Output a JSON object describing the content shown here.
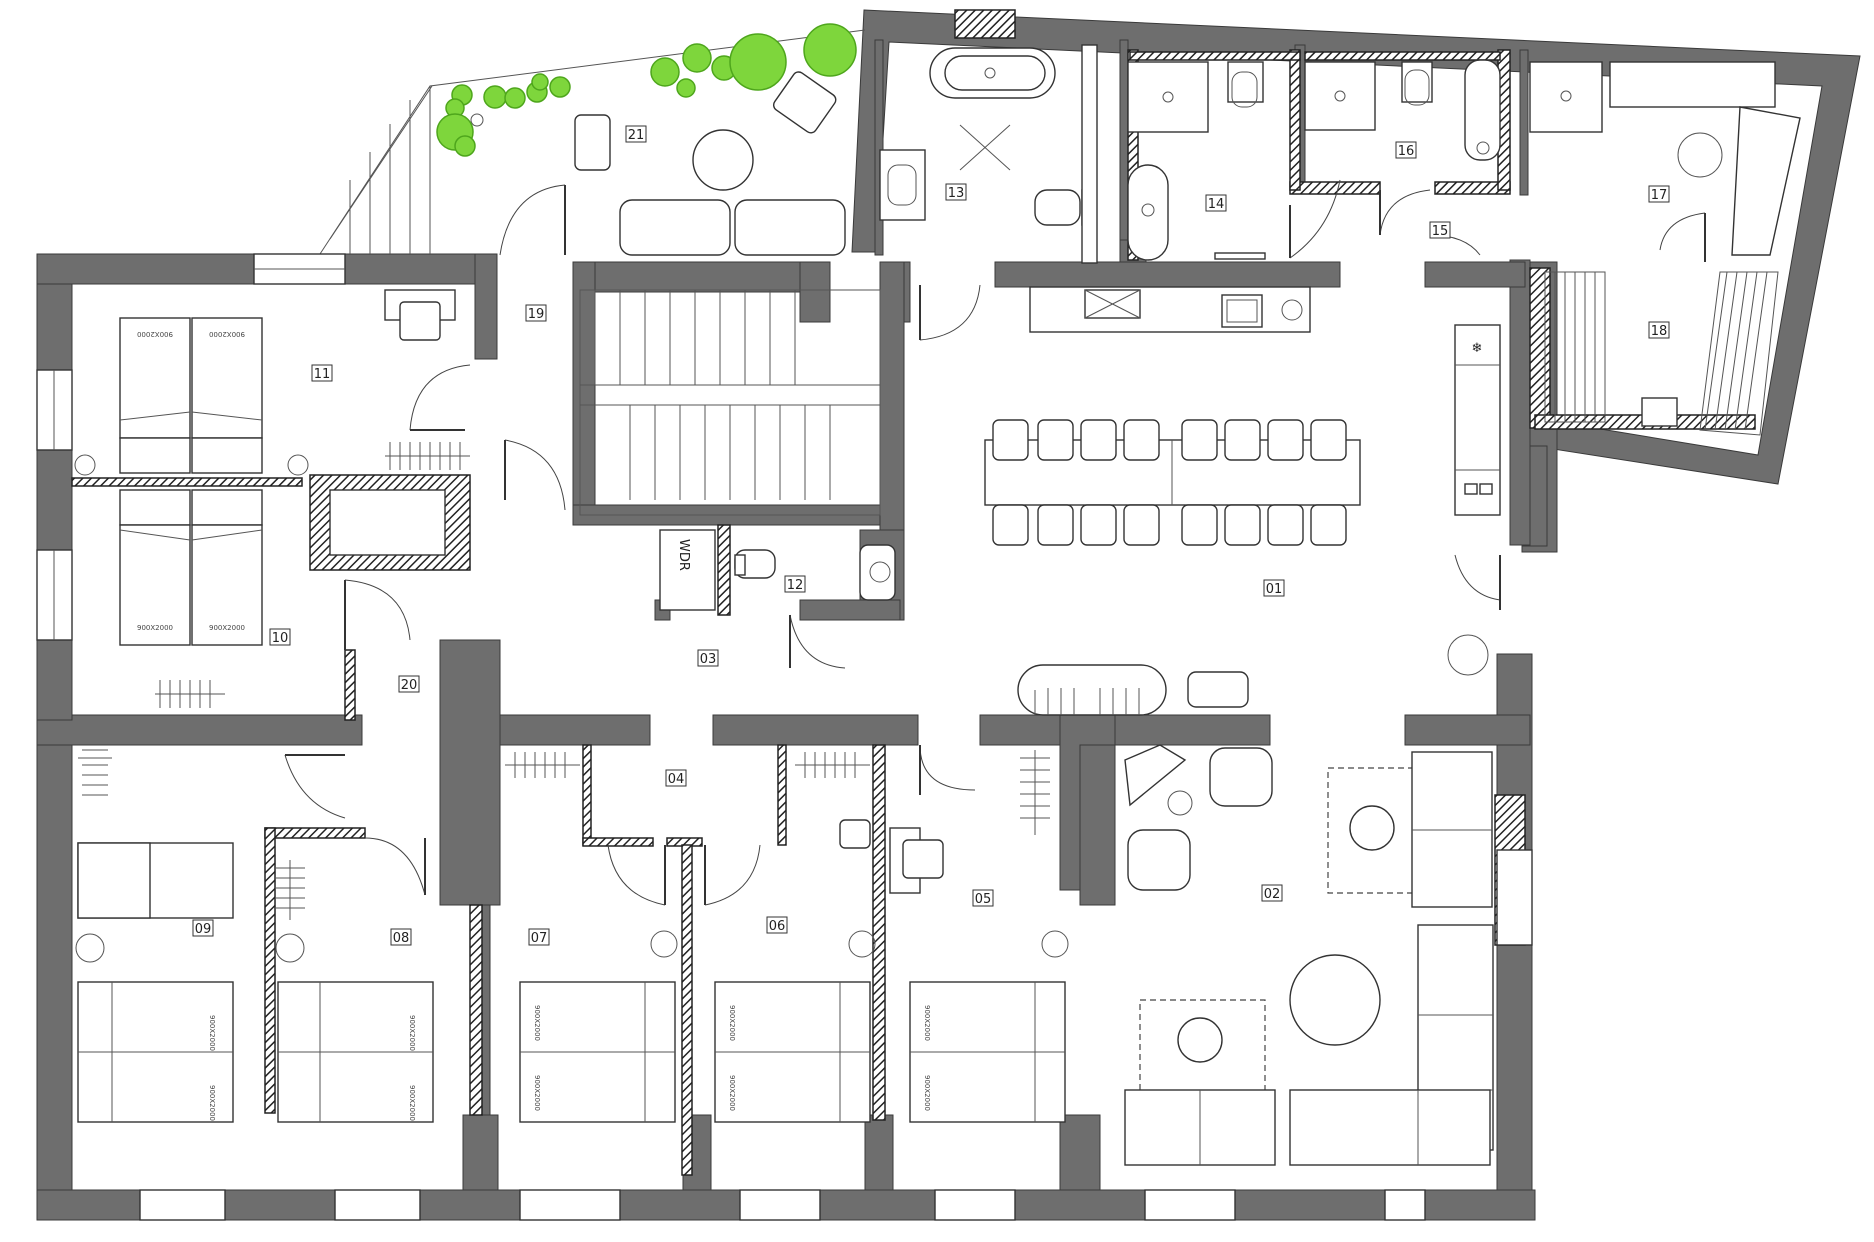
{
  "plan": {
    "rooms": [
      {
        "id": "01"
      },
      {
        "id": "02"
      },
      {
        "id": "03"
      },
      {
        "id": "04"
      },
      {
        "id": "05"
      },
      {
        "id": "06"
      },
      {
        "id": "07"
      },
      {
        "id": "08"
      },
      {
        "id": "09"
      },
      {
        "id": "10"
      },
      {
        "id": "11"
      },
      {
        "id": "12"
      },
      {
        "id": "13"
      },
      {
        "id": "14"
      },
      {
        "id": "15"
      },
      {
        "id": "16"
      },
      {
        "id": "17"
      },
      {
        "id": "18"
      },
      {
        "id": "19"
      },
      {
        "id": "20"
      },
      {
        "id": "21"
      }
    ],
    "wdr_label": "WDR",
    "bed_labels": {
      "b11a": "900X2000",
      "b11b": "900X2000",
      "b10a": "900X2000",
      "b10b": "900X2000",
      "b09a": "900X2000",
      "b09b": "900X2000",
      "b08a": "900X2000",
      "b08b": "900X2000",
      "b07a": "900X2000",
      "b07b": "900X2000",
      "b06a": "900X2000",
      "b06b": "900X2000",
      "b05a": "900X2000",
      "b05b": "900X2000"
    },
    "colors": {
      "wall": "#6e6e6e",
      "hatch": "#222222",
      "greenery": "#7ed63c"
    }
  }
}
